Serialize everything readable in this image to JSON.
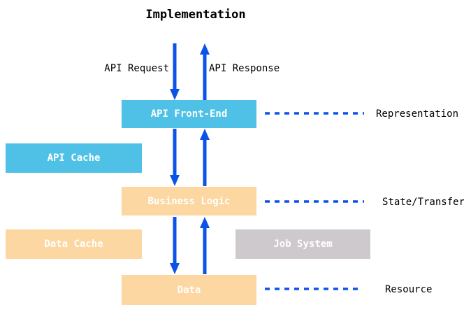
{
  "title": "Implementation",
  "colors": {
    "box_blue": "#50C1E6",
    "box_orange": "#FCD7A1",
    "box_gray": "#CDC9CD",
    "arrow_blue": "#0B53E8",
    "box_text": "#FFFFFF",
    "label_text": "#000000"
  },
  "flow_labels": {
    "api_request": "API Request",
    "api_response": "API Response"
  },
  "boxes": {
    "api_front_end": "API Front-End",
    "api_cache": "API Cache",
    "business_logic": "Business Logic",
    "data_cache": "Data Cache",
    "job_system": "Job System",
    "data": "Data"
  },
  "layer_labels": {
    "representation": "Representation",
    "state_transfer": "State/Transfer",
    "resource": "Resource"
  }
}
